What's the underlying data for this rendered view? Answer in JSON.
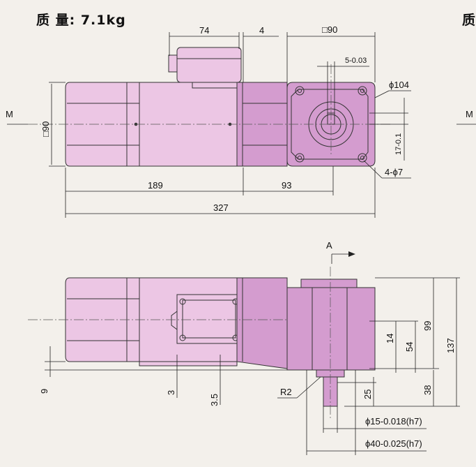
{
  "title": "质 量: 7.1kg",
  "title_cut": "质",
  "colors": {
    "motor": "#ecc6e4",
    "gear": "#d49ccf",
    "background": "#f3f0eb",
    "line": "#222222"
  },
  "top_view": {
    "section_mark": "M",
    "section_mark_right": "M",
    "dims": {
      "terminal_width": "74",
      "gap": "4",
      "flange_square": "□90",
      "motor_square": "□90",
      "key_tol": "5-0.03",
      "pcd": "ϕ104",
      "shaft_offset": "17-0.1",
      "holes": "4-ϕ7",
      "motor_len": "189",
      "gear_len": "93",
      "total_len": "327"
    }
  },
  "side_view": {
    "section_label": "A",
    "dims": {
      "h99": "99",
      "h137": "137",
      "h14": "14",
      "h54": "54",
      "h38": "38",
      "h25": "25",
      "h9": "9",
      "h3": "3",
      "h35": "3.5",
      "radius": "R2",
      "shaft_dia": "ϕ15-0.018(h7)",
      "pilot_dia": "ϕ40-0.025(h7)"
    }
  }
}
